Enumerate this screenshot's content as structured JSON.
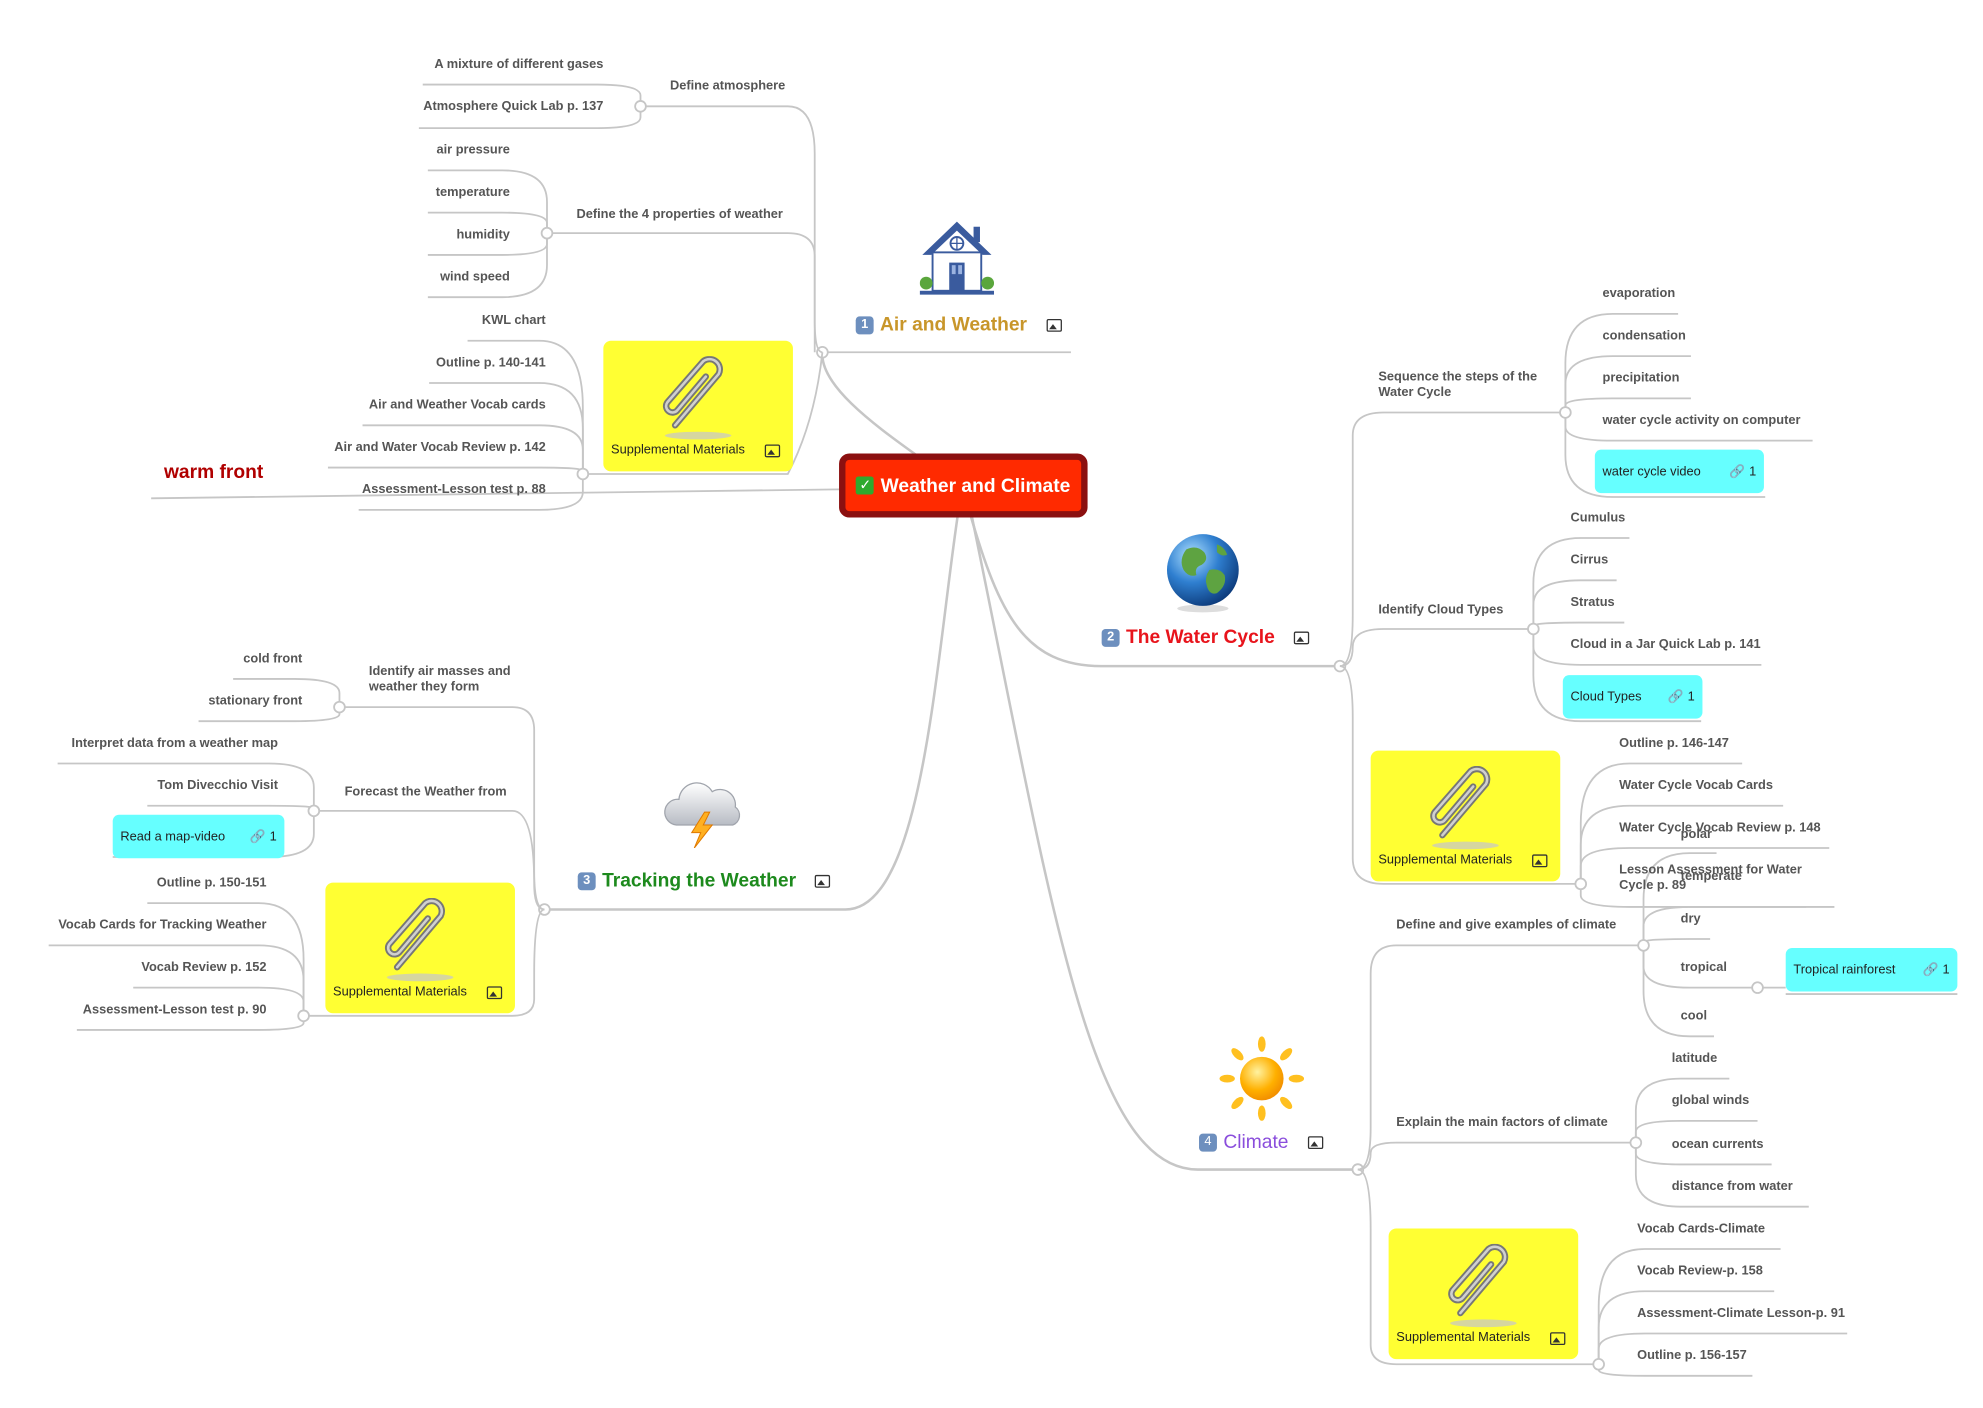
{
  "central": {
    "label": "Weather and Climate"
  },
  "floating": {
    "label": "warm front"
  },
  "air": {
    "num": "1",
    "title": "Air and Weather",
    "icon": "house-icon",
    "color": "#c8962a",
    "define": {
      "label": "Define atmosphere",
      "items": [
        "A mixture of different gases",
        "Atmosphere Quick Lab p. 137"
      ]
    },
    "props": {
      "label": "Define the 4 properties of weather",
      "items": [
        "air pressure",
        "temperature",
        "humidity",
        "wind speed"
      ]
    },
    "supp": {
      "label": "Supplemental Materials",
      "items": [
        "KWL chart",
        "Outline p. 140-141",
        "Air and Weather Vocab cards",
        "Air and Water Vocab Review p. 142",
        "Assessment-Lesson test p. 88"
      ]
    }
  },
  "water": {
    "num": "2",
    "title": "The Water Cycle",
    "icon": "globe-icon",
    "color": "#e8141c",
    "seq": {
      "label": "Sequence the steps of the Water Cycle",
      "items": [
        "evaporation",
        "condensation",
        "precipitation",
        "water cycle activity on computer"
      ],
      "link": {
        "label": "water cycle video",
        "count": "1"
      }
    },
    "cloud": {
      "label": "Identify Cloud Types",
      "items": [
        "Cumulus",
        "Cirrus",
        "Stratus",
        "Cloud in a Jar Quick Lab p. 141"
      ],
      "link": {
        "label": "Cloud Types",
        "count": "1"
      }
    },
    "supp": {
      "label": "Supplemental Materials",
      "items": [
        "Outline p. 146-147",
        "Water Cycle Vocab Cards",
        "Water Cycle Vocab Review p. 148",
        "Lesson Assessment for Water Cycle p. 89"
      ]
    }
  },
  "track": {
    "num": "3",
    "title": "Tracking the Weather",
    "icon": "storm-cloud-icon",
    "color": "#1d8a1d",
    "masses": {
      "label": "Identify air masses and weather they form",
      "items": [
        "cold front",
        "stationary front"
      ]
    },
    "forecast": {
      "label": "Forecast the Weather from",
      "items": [
        "Interpret data from a weather map",
        "Tom Divecchio Visit"
      ],
      "link": {
        "label": "Read a map-video",
        "count": "1"
      }
    },
    "supp": {
      "label": "Supplemental Materials",
      "items": [
        "Outline p. 150-151",
        "Vocab Cards for Tracking Weather",
        "Vocab Review p. 152",
        "Assessment-Lesson test p. 90"
      ]
    }
  },
  "climate": {
    "num": "4",
    "title": "Climate",
    "icon": "sun-icon",
    "color": "#8a4ddc",
    "define": {
      "label": "Define and give examples of climate",
      "items": [
        "polar",
        "temperate",
        "dry",
        "tropical",
        "cool"
      ],
      "link": {
        "label": "Tropical rainforest",
        "count": "1"
      }
    },
    "factors": {
      "label": "Explain the main factors of climate",
      "items": [
        "latitude",
        "global winds",
        "ocean currents",
        "distance from water"
      ]
    },
    "supp": {
      "label": "Supplemental Materials",
      "items": [
        "Vocab Cards-Climate",
        "Vocab Review-p. 158",
        "Assessment-Climate Lesson-p. 91",
        "Outline p. 156-157"
      ]
    }
  }
}
